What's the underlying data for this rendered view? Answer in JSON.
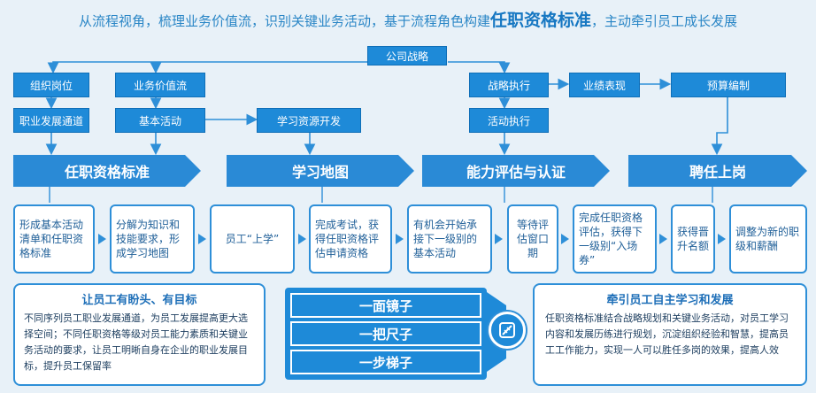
{
  "headline": {
    "prefix": "从流程视角，梳理业务价值流，识别关键业务活动，基于流程角色构建",
    "emphasis": "任职资格标准",
    "suffix": "，主动牵引员工成长发展"
  },
  "top_boxes": {
    "strategy": "公司战略",
    "org_position": "组织岗位",
    "career_path": "职业发展通道",
    "value_stream": "业务价值流",
    "basic_activity": "基本活动",
    "learning_dev": "学习资源开发",
    "strategy_exec": "战略执行",
    "activity_exec": "活动执行",
    "performance": "业绩表现",
    "budget": "预算编制"
  },
  "stages": [
    "任职资格标准",
    "学习地图",
    "能力评估与认证",
    "聘任上岗"
  ],
  "steps": [
    "形成基本活动清单和任职资格标准",
    "分解为知识和技能要求，形成学习地图",
    "员工“上学”",
    "完成考试，获得任职资格评估申请资格",
    "有机会开始承接下一级别的基本活动",
    "等待评估窗口期",
    "完成任职资格评估，获得下一级别“入场券”",
    "获得晋升名额",
    "调整为新的职级和薪酬"
  ],
  "left_panel": {
    "title": "让员工有盼头、有目标",
    "body": "不同序列员工职业发展通道，为员工发展提高更大选择空间；不同任职资格等级对员工能力素质和关键业务活动的要求，让员工明晰自身在企业的职业发展目标，提升员工保留率"
  },
  "center_items": [
    "一面镜子",
    "一把尺子",
    "一步梯子"
  ],
  "right_panel": {
    "title": "牵引员工自主学习和发展",
    "body": "任职资格标准结合战略规划和关键业务活动，对员工学习内容和发展历练进行规划，沉淀组织经验和智慧，提高员工工作能力，实现一人可以胜任多岗的效果，提高人效"
  },
  "colors": {
    "primary": "#1e8ad8",
    "line": "#2e8fd8",
    "text": "#1f5f98",
    "background": "#e8f1f8"
  },
  "icon": "ruler-badge-icon"
}
